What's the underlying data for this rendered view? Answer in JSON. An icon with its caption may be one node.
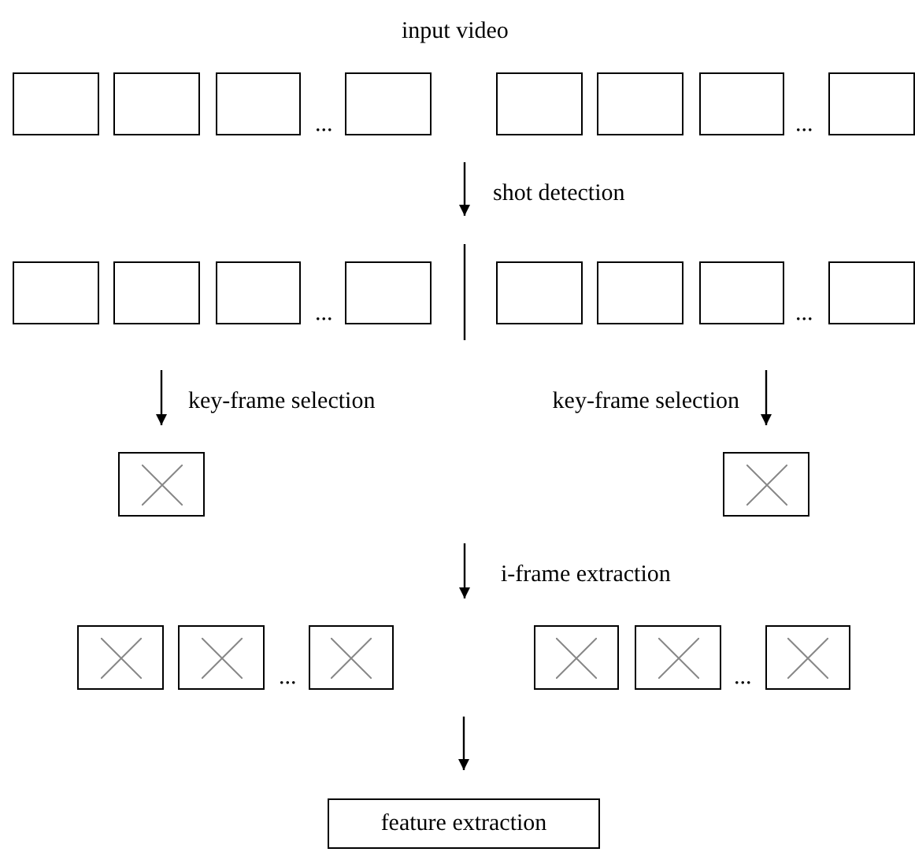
{
  "diagram": {
    "nodes": [
      {
        "text": [],
        "shape": "box"
      },
      {
        "text": [],
        "shape": "box"
      },
      {
        "text": [],
        "shape": "box"
      },
      {
        "text": [],
        "shape": "box"
      },
      {
        "text": [],
        "shape": "box"
      },
      {
        "text": [],
        "shape": "box"
      },
      {
        "text": [],
        "shape": "box"
      },
      {
        "text": [],
        "shape": "box"
      },
      {
        "text": [],
        "shape": "box"
      },
      {
        "text": [],
        "shape": "box"
      },
      {
        "text": [],
        "shape": "box"
      },
      {
        "text": [],
        "shape": "box"
      },
      {
        "text": [],
        "shape": "box"
      },
      {
        "text": [],
        "shape": "box"
      },
      {
        "text": [],
        "shape": "box"
      },
      {
        "text": [],
        "shape": "box"
      },
      {
        "text": [],
        "shape": "picture"
      },
      {
        "text": [],
        "shape": "picture"
      },
      {
        "text": [],
        "shape": "picture"
      },
      {
        "text": [],
        "shape": "picture"
      },
      {
        "text": [],
        "shape": "picture"
      },
      {
        "text": [],
        "shape": "picture"
      },
      {
        "text": [],
        "shape": "picture"
      },
      {
        "text": [],
        "shape": "picture"
      },
      {
        "text": [
          "feature extraction"
        ]
      }
    ],
    "edges": [
      {
        "from": null,
        "to": 24,
        "arrow": "to"
      },
      {
        "from": null,
        "to": 16,
        "arrow": "to",
        "label": "key-frame selection"
      },
      {
        "from": null,
        "to": 17,
        "arrow": "to",
        "label": "key-frame selection"
      }
    ],
    "labels": [
      "input video",
      "...",
      "...",
      "shot detection",
      "...",
      "...",
      "i-frame extraction",
      "...",
      "..."
    ]
  }
}
